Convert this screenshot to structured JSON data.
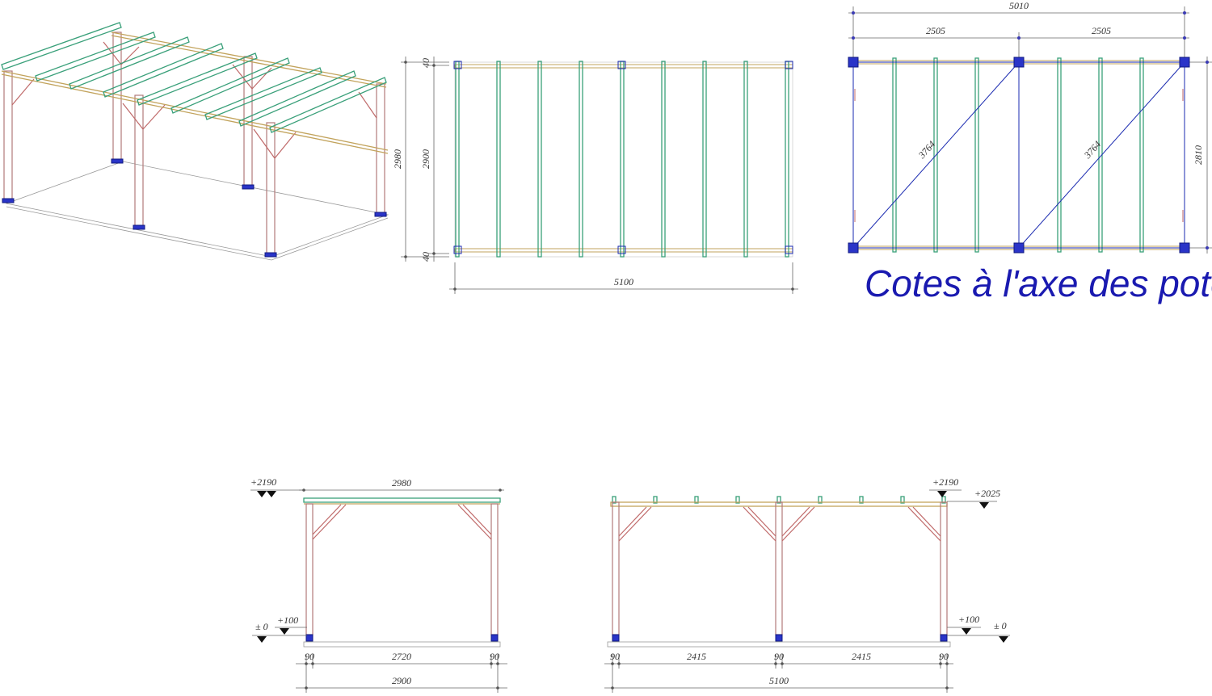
{
  "plan_dimensions": {
    "width_5100": "5100",
    "height_2980": "2980",
    "height_2900": "2900",
    "edge_40_top": "40",
    "edge_40_bottom": "40"
  },
  "post_axis_plan": {
    "total_5010": "5010",
    "half_left_2505": "2505",
    "half_right_2505": "2505",
    "height_2810": "2810",
    "diag_left_3764": "3764",
    "diag_right_3764": "3764",
    "note": "Cotes à l'axe des poteaux"
  },
  "side_elevation": {
    "top_length": "2980",
    "level_top": "+2190",
    "level_zero": "± 0",
    "level_100": "+100",
    "post_90_left": "90",
    "inner_2720": "2720",
    "post_90_right": "90",
    "total_2900": "2900"
  },
  "front_elevation": {
    "level_top": "+2190",
    "level_2025": "+2025",
    "level_100": "+100",
    "level_zero": "± 0",
    "post_90_a": "90",
    "span_2415_a": "2415",
    "post_90_b": "90",
    "span_2415_b": "2415",
    "post_90_c": "90",
    "total_5100": "5100"
  },
  "colors": {
    "post": "#b27a7a",
    "brace": "#c06a6a",
    "beam": "#c2a35c",
    "rafter": "#3aa07a",
    "dimension": "#666666",
    "axis_blue": "#1a2ab0",
    "note_text": "#1a1ab0"
  }
}
